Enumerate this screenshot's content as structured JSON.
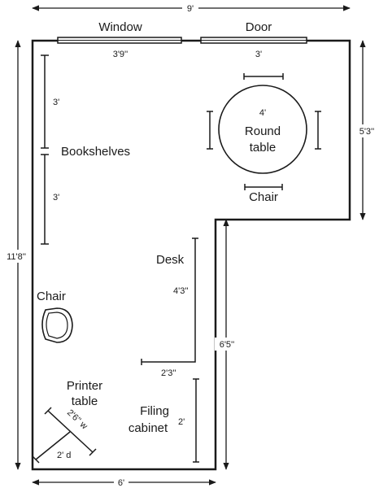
{
  "dimensions": {
    "overall_width": "9'",
    "bottom_width": "6'",
    "left_height": "11'8''",
    "right_height": "5'3''",
    "inner_height": "6'5''",
    "window_width": "3'9''",
    "door_width": "3'",
    "shelf_upper": "3'",
    "shelf_lower": "3'",
    "table_diameter": "4'",
    "desk_long": "4'3''",
    "desk_short": "2'3''",
    "cabinet_length": "2'",
    "printer_width": "2'6'' w",
    "printer_depth": "2' d"
  },
  "labels": {
    "window": "Window",
    "door": "Door",
    "bookshelves": "Bookshelves",
    "round_table_line1": "Round",
    "round_table_line2": "table",
    "chair_table": "Chair",
    "desk": "Desk",
    "chair_desk": "Chair",
    "printer_line1": "Printer",
    "printer_line2": "table",
    "filing_line1": "Filing",
    "filing_line2": "cabinet"
  },
  "colors": {
    "line": "#1a1a1a",
    "background": "#ffffff"
  }
}
